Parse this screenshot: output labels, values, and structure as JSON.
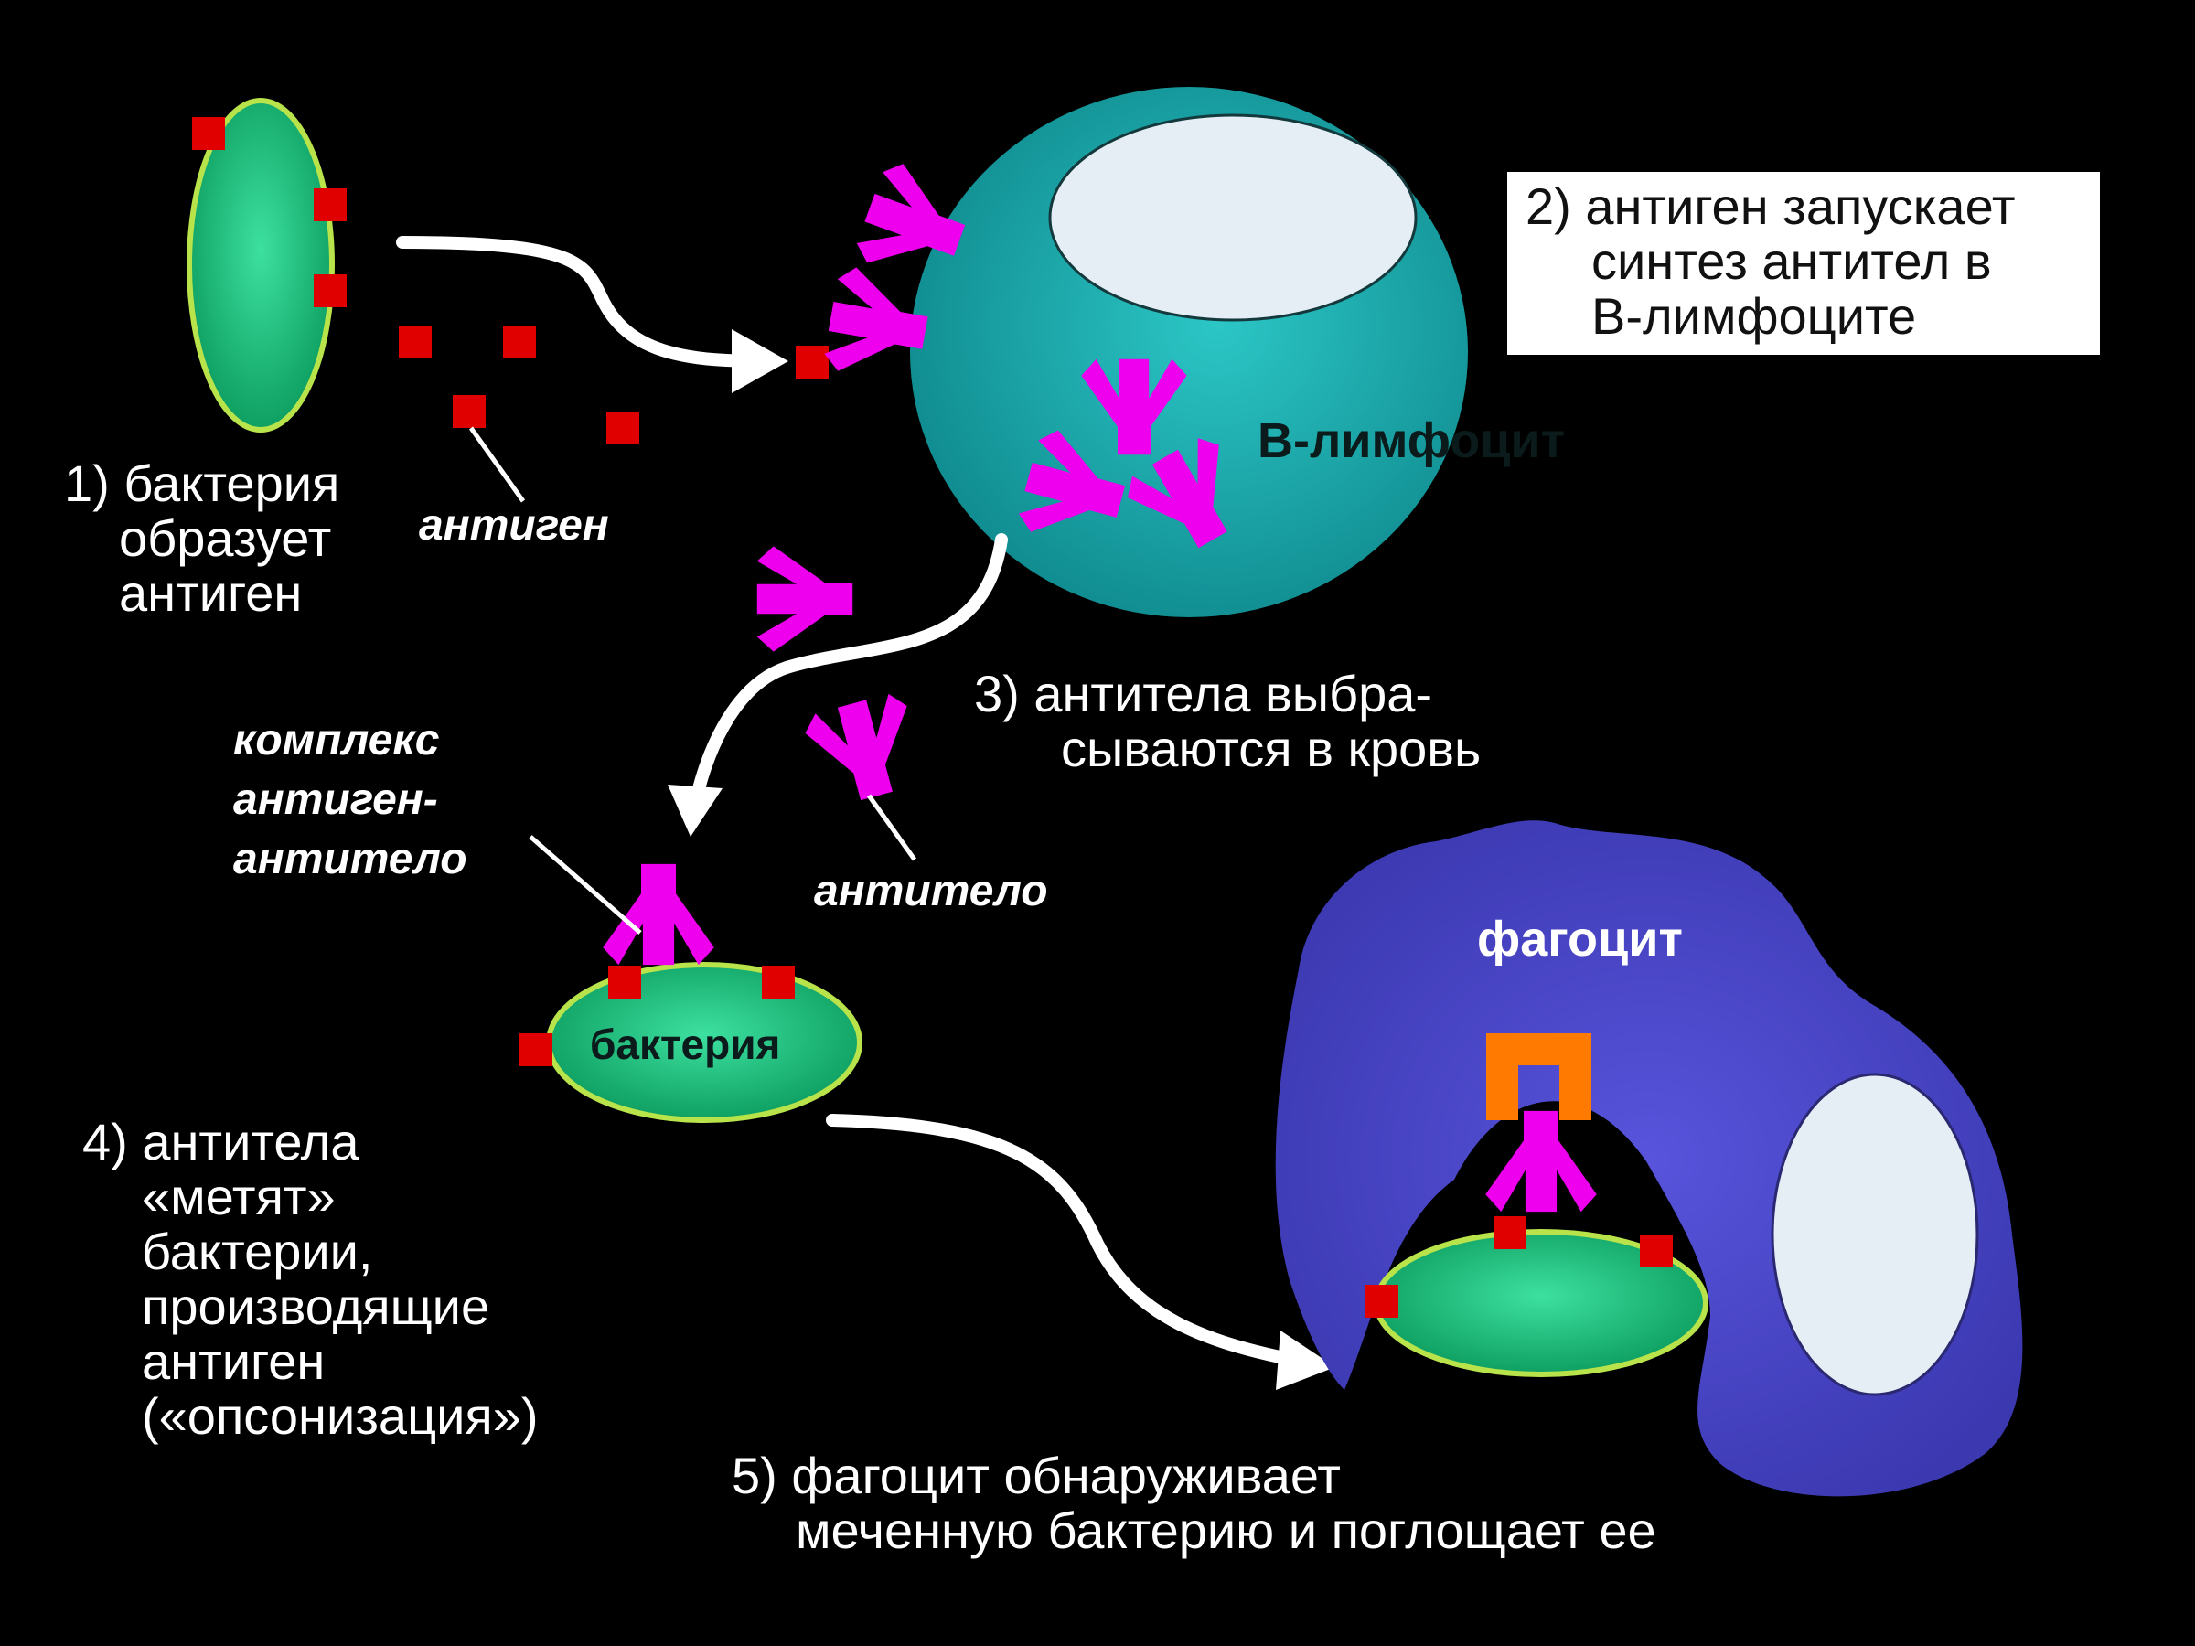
{
  "step1": [
    "1) бактерия",
    "образует",
    "антиген"
  ],
  "antigen_label": "антиген",
  "step2": [
    "2) антиген запускает",
    "синтез антител в",
    "В-лимфоците"
  ],
  "b_lymphocyte_label": "В-лимфоцит",
  "step3": [
    "3) антитела выбра-",
    "сываются в кровь"
  ],
  "complex_label": [
    "комплекс",
    "антиген-",
    "антитело"
  ],
  "antibody_label": "антитело",
  "bacterium_label": "бактерия",
  "phagocyte_label": "фагоцит",
  "step4": [
    "4) антитела",
    "«метят»",
    "бактерии,",
    "производящие",
    "антиген",
    "(«опсонизация»)"
  ],
  "step5": [
    "5) фагоцит обнаруживает",
    "меченную бактерию и поглощает ее"
  ],
  "colors": {
    "background": "#000000",
    "bacterium": "#1fc080",
    "bacterium_outline": "#b9e34a",
    "antigen": "#e00000",
    "antibody": "#ee00ee",
    "b_lymphocyte": "#1aa8a8",
    "nucleus": "#e6eef5",
    "phagocyte": "#4b48cc",
    "receptor": "#ff7a00",
    "arrow": "#ffffff"
  }
}
